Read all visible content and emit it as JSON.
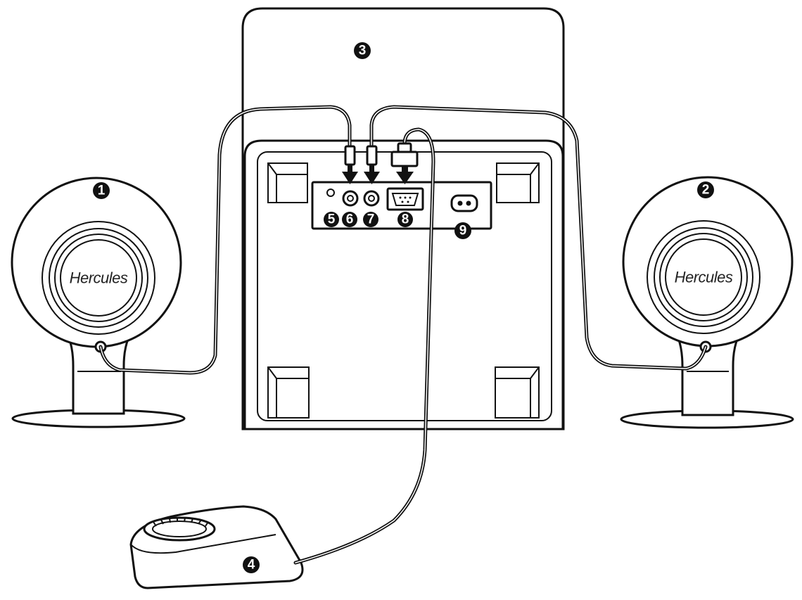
{
  "colors": {
    "line": "#111111",
    "background": "#ffffff"
  },
  "callouts": [
    {
      "id": "1",
      "label": "1"
    },
    {
      "id": "2",
      "label": "2"
    },
    {
      "id": "3",
      "label": "3"
    },
    {
      "id": "4",
      "label": "4"
    },
    {
      "id": "5",
      "label": "5"
    },
    {
      "id": "6",
      "label": "6"
    },
    {
      "id": "7",
      "label": "7"
    },
    {
      "id": "8",
      "label": "8"
    },
    {
      "id": "9",
      "label": "9"
    }
  ],
  "speakers": {
    "left": {
      "logo": "Hercules"
    },
    "right": {
      "logo": "Hercules"
    }
  }
}
